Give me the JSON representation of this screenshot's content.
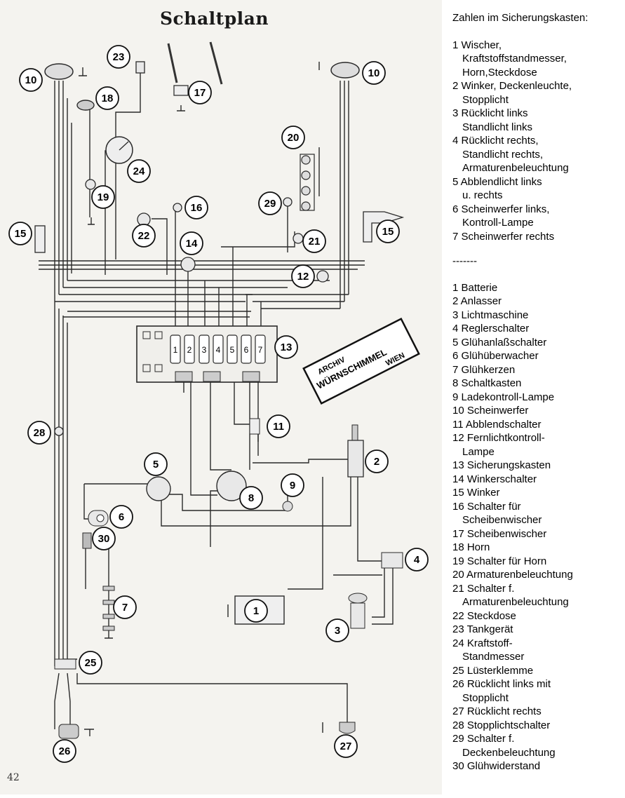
{
  "title": "Schaltplan",
  "page_number": "42",
  "stamp": {
    "line1": "ARCHIV",
    "line2": "WÜRNSCHIMMEL",
    "line3": "WIEN"
  },
  "fuse_numbers": [
    "1",
    "2",
    "3",
    "4",
    "5",
    "6",
    "7"
  ],
  "callouts": {
    "n1": "1",
    "n2": "2",
    "n3": "3",
    "n4": "4",
    "n5": "5",
    "n6": "6",
    "n7": "7",
    "n8": "8",
    "n9": "9",
    "n10": "10",
    "n11": "11",
    "n12": "12",
    "n13": "13",
    "n14": "14",
    "n15": "15",
    "n16": "16",
    "n17": "17",
    "n18": "18",
    "n19": "19",
    "n20": "20",
    "n21": "21",
    "n22": "22",
    "n23": "23",
    "n24": "24",
    "n25": "25",
    "n26": "26",
    "n27": "27",
    "n28": "28",
    "n29": "29",
    "n30": "30"
  },
  "legend_fuses": {
    "heading": "Zahlen im Sicherungskasten:",
    "items": [
      [
        "1  Wischer,",
        "Kraftstoffstandmesser,",
        "Horn,Steckdose"
      ],
      [
        "2  Winker, Deckenleuchte,",
        "Stopplicht"
      ],
      [
        "3  Rücklicht links",
        "Standlicht links"
      ],
      [
        "4  Rücklicht   rechts,",
        "Standlicht   rechts,",
        "Armaturenbeleuchtung"
      ],
      [
        "5  Abblendlicht links",
        "u. rechts"
      ],
      [
        "6  Scheinwerfer links,",
        "Kontroll-Lampe"
      ],
      [
        "7  Scheinwerfer rechts"
      ]
    ]
  },
  "separator": "-------",
  "legend_parts": [
    [
      "1  Batterie"
    ],
    [
      "2  Anlasser"
    ],
    [
      "3  Lichtmaschine"
    ],
    [
      "4  Reglerschalter"
    ],
    [
      "5  Glühanlaßschalter"
    ],
    [
      "6  Glühüberwacher"
    ],
    [
      "7  Glühkerzen"
    ],
    [
      "8  Schaltkasten"
    ],
    [
      "9  Ladekontroll-Lampe"
    ],
    [
      "10 Scheinwerfer"
    ],
    [
      "11 Abblendschalter"
    ],
    [
      "12 Fernlichtkontroll-",
      "Lampe"
    ],
    [
      "13 Sicherungskasten"
    ],
    [
      "14 Winkerschalter"
    ],
    [
      "15 Winker"
    ],
    [
      "16 Schalter für",
      "Scheibenwischer"
    ],
    [
      "17 Scheibenwischer"
    ],
    [
      "18 Horn"
    ],
    [
      "19 Schalter für Horn"
    ],
    [
      "20 Armaturenbeleuchtung"
    ],
    [
      "21 Schalter f.",
      "Armaturenbeleuchtung"
    ],
    [
      "22 Steckdose"
    ],
    [
      "23 Tankgerät"
    ],
    [
      "24 Kraftstoff-",
      "Standmesser"
    ],
    [
      "25 Lüsterklemme"
    ],
    [
      "26 Rücklicht links mit",
      "Stopplicht"
    ],
    [
      "27 Rücklicht  rechts"
    ],
    [
      "28 Stopplichtschalter"
    ],
    [
      "29 Schalter f.",
      "Deckenbeleuchtung"
    ],
    [
      "30 Glühwiderstand"
    ]
  ]
}
